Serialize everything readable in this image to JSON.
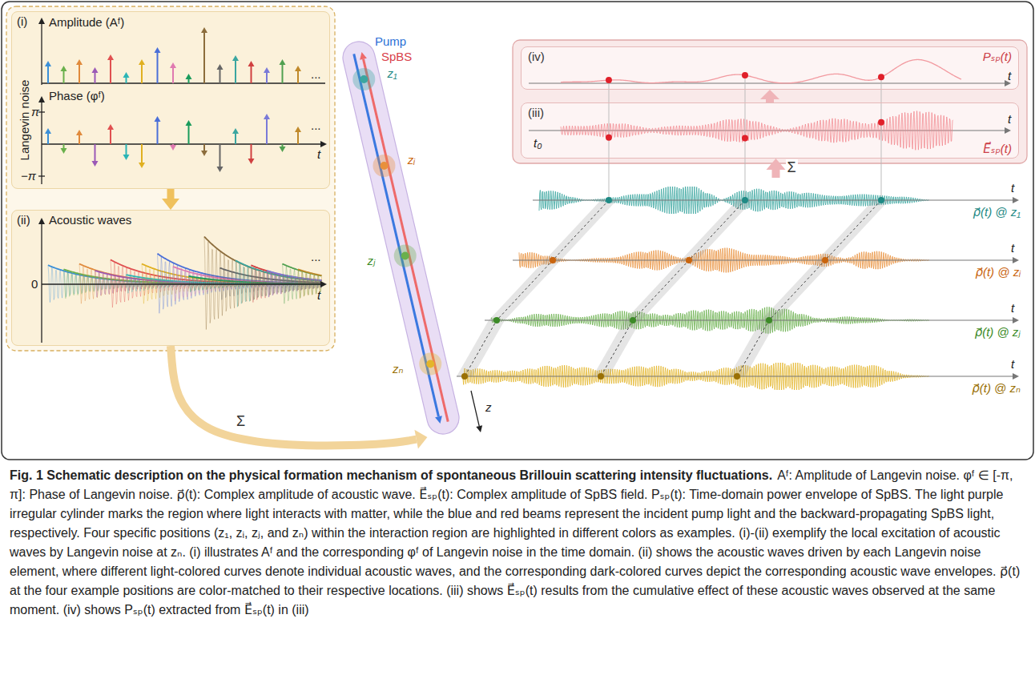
{
  "diagram": {
    "title": "Fig. 1 Schematic description on the physical formation mechanism of spontaneous Brillouin scattering intensity fluctuations.",
    "caption": "Aᶠ: Amplitude of Langevin noise. φᶠ ∈ [-π, π]: Phase of Langevin noise. ρ⃗(t): Complex amplitude of acoustic wave. E⃗ₛₚ(t): Complex amplitude of SpBS field. Pₛₚ(t): Time-domain power envelope of SpBS. The light purple irregular cylinder marks the region where light interacts with matter, while the blue and red beams represent the incident pump light and the backward-propagating SpBS light, respectively. Four specific positions (z₁, zᵢ, zⱼ, and zₙ) within the interaction region are highlighted in different colors as examples. (i)-(ii) exemplify the local excitation of acoustic waves by Langevin noise at zₙ. (i) illustrates Aᶠ and the corresponding φᶠ of Langevin noise in the time domain. (ii) shows the acoustic waves driven by each Langevin noise element, where different light-colored curves denote individual acoustic waves, and the corresponding dark-colored curves depict the corresponding acoustic wave envelopes. ρ⃗(t) at the four example positions are color-matched to their respective locations. (iii) shows E⃗ₛₚ(t) results from the cumulative effect of these acoustic waves observed at the same moment. (iv) shows Pₛₚ(t) extracted from E⃗ₛₚ(t) in (iii)",
    "nodes": [
      {
        "text": [
          "(i)",
          "Amplitude (Aᶠ)",
          "Phase (φᶠ)"
        ]
      },
      {
        "text": [
          "(ii)",
          "Acoustic waves"
        ]
      },
      {
        "text": [
          "Pump",
          "SpBS"
        ]
      },
      {
        "text": [
          "(iv)",
          "Pₛₚ(t)"
        ]
      },
      {
        "text": [
          "(iii)",
          "E⃗ₛₚ(t)"
        ]
      },
      {
        "text": [
          "ρ⃗(t) @ z₁"
        ]
      },
      {
        "text": [
          "ρ⃗(t) @ zᵢ"
        ]
      },
      {
        "text": [
          "ρ⃗(t) @ zⱼ"
        ]
      },
      {
        "text": [
          "ρ⃗(t) @ zₙ"
        ]
      }
    ],
    "edges": [
      {
        "from": 0,
        "to": 1,
        "arrow": "to"
      },
      {
        "from": 1,
        "to": 2,
        "label": "Σ",
        "arrow": "to"
      },
      {
        "from": 5,
        "to": 4,
        "label": "Σ",
        "arrow": "to"
      },
      {
        "from": 4,
        "to": 3,
        "arrow": "to"
      }
    ],
    "labels": [
      "Langevin noise",
      "...",
      "π",
      "t",
      "−π",
      "...",
      "0",
      "t",
      "...",
      "z₁",
      "zᵢ",
      "zⱼ",
      "zₙ",
      "z",
      "t",
      "t₀",
      "t",
      "t",
      "t",
      "t",
      "t"
    ]
  }
}
